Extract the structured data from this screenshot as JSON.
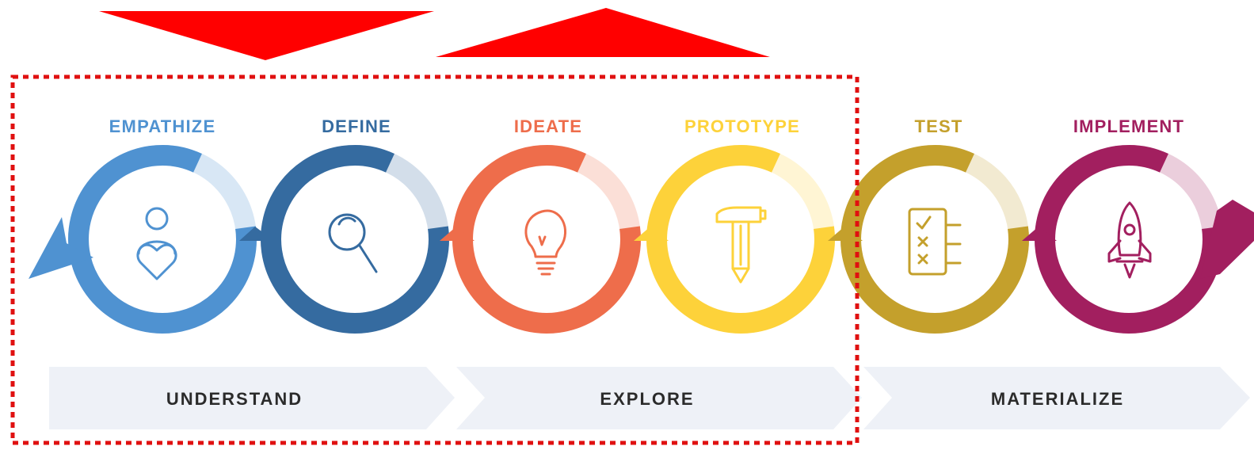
{
  "stages": [
    {
      "label": "EMPATHIZE",
      "icon": "person-heart-icon",
      "color": "#4F92D1"
    },
    {
      "label": "DEFINE",
      "icon": "magnifier-icon",
      "color": "#356BA0"
    },
    {
      "label": "IDEATE",
      "icon": "lightbulb-icon",
      "color": "#EE6D4B"
    },
    {
      "label": "PROTOTYPE",
      "icon": "hammer-pencil-icon",
      "color": "#FDD23A"
    },
    {
      "label": "TEST",
      "icon": "checklist-icon",
      "color": "#C4A02C"
    },
    {
      "label": "IMPLEMENT",
      "icon": "rocket-icon",
      "color": "#A21F5F"
    }
  ],
  "phases": [
    {
      "label": "UNDERSTAND"
    },
    {
      "label": "EXPLORE"
    },
    {
      "label": "MATERIALIZE"
    }
  ],
  "annotations": {
    "arrow_color": "#FF0000",
    "highlight_box_color": "#E01010",
    "phase_band_color": "#EEF1F7"
  }
}
